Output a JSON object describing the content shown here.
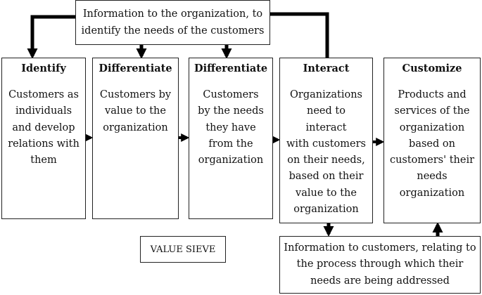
{
  "top_note": {
    "line1": "Information to the organization, to",
    "line2": "identify the needs of the customers"
  },
  "steps": [
    {
      "title": "Identify",
      "lines": [
        "Customers as",
        "individuals",
        "and develop",
        "relations with",
        "them"
      ]
    },
    {
      "title": "Differentiate",
      "lines": [
        "Customers by",
        "value to the",
        "organization"
      ]
    },
    {
      "title": "Differentiate",
      "lines": [
        "Customers",
        "by the needs",
        "they have",
        "from the",
        "organization"
      ]
    },
    {
      "title": "Interact",
      "lines": [
        "Organizations",
        "need to interact",
        "with customers",
        "on their needs,",
        "based on their",
        "value to the",
        "organization"
      ]
    },
    {
      "title": "Customize",
      "lines": [
        "Products and",
        "services of the",
        "organization",
        "based on",
        "customers' their",
        "needs",
        "organization"
      ]
    }
  ],
  "bottom_note": {
    "line1": "Information to customers, relating to",
    "line2": "the process through which their",
    "line3": "needs are being addressed"
  },
  "label": "VALUE SIEVE",
  "colors": {
    "line": "#000000",
    "border": "#222222"
  }
}
